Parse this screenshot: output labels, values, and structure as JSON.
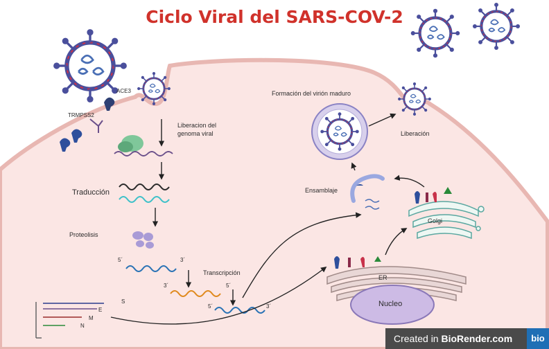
{
  "title": "Ciclo Viral del SARS-COV-2",
  "labels": {
    "ace": "ACE3",
    "tmprss": "TRMPSS2",
    "liberacion_genoma_1": "Liberacion del",
    "liberacion_genoma_2": "genoma viral",
    "traduccion": "Traducción",
    "proteolisis": "Proteolisis",
    "transcripcion": "Transcripción",
    "formacion": "Formación del virión maduro",
    "liberacion": "Liberación",
    "ensamblaje": "Ensamblaje",
    "golgi": "Golgi",
    "er": "ER",
    "nucleo": "Nucleo",
    "s": "S",
    "e": "E",
    "m": "M",
    "n": "N",
    "five_prime": "5´",
    "three_prime": "3´"
  },
  "watermark": {
    "prefix": "Created in ",
    "brand": "BioRender.com",
    "logo": "bio"
  },
  "colors": {
    "title": "#d0322b",
    "cell_fill": "#fbe6e4",
    "cell_border": "#e8b7b2",
    "virus_purple": "#4a4f9c",
    "virus_red": "#c8324a",
    "rna_dark": "#2e3a8c",
    "rna_teal": "#3fc1c9",
    "rna_orange": "#e08a1e",
    "rna_blue": "#2a73b5",
    "er_fill": "#e9d7d6",
    "nucleus_fill": "#cdbbe5"
  }
}
